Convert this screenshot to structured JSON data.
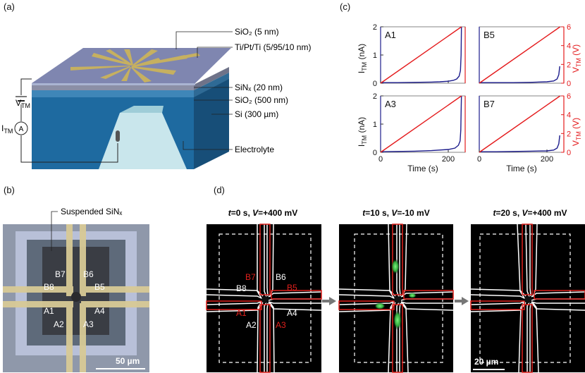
{
  "panels": {
    "a": {
      "label": "(a)",
      "layers": [
        "SiO₂ (5 nm)",
        "Ti/Pt/Ti (5/95/10 nm)",
        "SiNₓ (20 nm)",
        "SiO₂ (500 nm)",
        "Si (300 µm)",
        "Electrolyte"
      ],
      "vtm_label": "V",
      "vtm_sub": "TM",
      "itm_label": "I",
      "itm_sub": "TM",
      "ammeter_symbol": "A"
    },
    "b": {
      "label": "(b)",
      "callout": "Suspended SiNₓ",
      "electrodes": [
        "B7",
        "B6",
        "B8",
        "B5",
        "A1",
        "A4",
        "A2",
        "A3"
      ],
      "scalebar": "50 µm"
    },
    "c": {
      "label": "(c)",
      "left_ylabel_main": "I",
      "left_ylabel_sub": "TM",
      "left_ylabel_unit": " (nA)",
      "right_ylabel_main": "V",
      "right_ylabel_sub": "TM",
      "right_ylabel_unit": " (V)",
      "xlabel": "Time (s)",
      "colors": {
        "current": "#1c1c8c",
        "voltage": "#e41a1c"
      }
    },
    "d": {
      "label": "(d)",
      "frames": [
        {
          "title_t": "t",
          "title_rest": "=0 s, ",
          "title_v": "V",
          "title_end": "=+400 mV"
        },
        {
          "title_t": "t",
          "title_rest": "=10 s, ",
          "title_v": "V",
          "title_end": "=-10 mV"
        },
        {
          "title_t": "t",
          "title_rest": "=20 s, ",
          "title_v": "V",
          "title_end": "=+400 mV"
        }
      ],
      "frame1_labels": [
        "B7",
        "B6",
        "B8",
        "B5",
        "A1",
        "A4",
        "A2",
        "A3"
      ],
      "scalebar": "20 µm"
    }
  },
  "chart_data": [
    {
      "type": "line",
      "title": "A1",
      "xlabel": "",
      "ylabel": "I_TM (nA)",
      "y2label": "V_TM (V)",
      "xlim": [
        0,
        250
      ],
      "ylim": [
        0,
        2
      ],
      "y2lim": [
        0,
        6
      ],
      "x_ticks": [
        0,
        200
      ],
      "y_ticks": [
        0,
        1,
        2
      ],
      "y2_ticks": [],
      "series": [
        {
          "name": "",
          "axis": "left",
          "x": [
            0,
            50,
            100,
            150,
            175,
            200,
            215,
            225,
            232,
            236,
            238,
            239
          ],
          "y": [
            0.02,
            0.02,
            0.03,
            0.04,
            0.05,
            0.07,
            0.1,
            0.15,
            0.25,
            0.45,
            1.0,
            2.0
          ]
        },
        {
          "name": "",
          "axis": "right",
          "x": [
            0,
            239
          ],
          "y": [
            0,
            6
          ]
        }
      ]
    },
    {
      "type": "line",
      "title": "B5",
      "xlabel": "",
      "ylabel": "",
      "y2label": "V_TM (V)",
      "xlim": [
        0,
        250
      ],
      "ylim": [
        0,
        2
      ],
      "y2lim": [
        0,
        6
      ],
      "x_ticks": [],
      "y_ticks": [],
      "y2_ticks": [
        0,
        2,
        4,
        6
      ],
      "series": [
        {
          "name": "",
          "axis": "left",
          "x": [
            0,
            50,
            100,
            150,
            200,
            220,
            230,
            235,
            238
          ],
          "y": [
            0.02,
            0.02,
            0.02,
            0.03,
            0.05,
            0.08,
            0.15,
            0.3,
            0.6
          ]
        },
        {
          "name": "",
          "axis": "right",
          "x": [
            0,
            239
          ],
          "y": [
            0,
            6
          ]
        }
      ]
    },
    {
      "type": "line",
      "title": "A3",
      "xlabel": "Time (s)",
      "ylabel": "I_TM (nA)",
      "y2label": "V_TM (V)",
      "xlim": [
        0,
        250
      ],
      "ylim": [
        0,
        2
      ],
      "y2lim": [
        0,
        6
      ],
      "x_ticks": [
        0,
        200
      ],
      "y_ticks": [
        0,
        1,
        2
      ],
      "y2_ticks": [],
      "series": [
        {
          "name": "",
          "axis": "left",
          "x": [
            0,
            50,
            100,
            150,
            200,
            220,
            230,
            235,
            237,
            238,
            239
          ],
          "y": [
            0.02,
            0.03,
            0.04,
            0.06,
            0.1,
            0.15,
            0.25,
            0.4,
            0.8,
            1.4,
            2.0
          ]
        },
        {
          "name": "",
          "axis": "right",
          "x": [
            0,
            239
          ],
          "y": [
            0,
            6
          ]
        }
      ]
    },
    {
      "type": "line",
      "title": "B7",
      "xlabel": "Time (s)",
      "ylabel": "",
      "y2label": "V_TM (V)",
      "xlim": [
        0,
        250
      ],
      "ylim": [
        0,
        2
      ],
      "y2lim": [
        0,
        6
      ],
      "x_ticks": [
        0,
        200
      ],
      "y_ticks": [],
      "y2_ticks": [
        0,
        2,
        4,
        6
      ],
      "series": [
        {
          "name": "",
          "axis": "left",
          "x": [
            0,
            50,
            100,
            150,
            200,
            220,
            230,
            235,
            238
          ],
          "y": [
            0.02,
            0.02,
            0.03,
            0.04,
            0.05,
            0.08,
            0.15,
            0.3,
            0.6
          ]
        },
        {
          "name": "",
          "axis": "right",
          "x": [
            0,
            239
          ],
          "y": [
            0,
            6
          ]
        }
      ]
    }
  ]
}
